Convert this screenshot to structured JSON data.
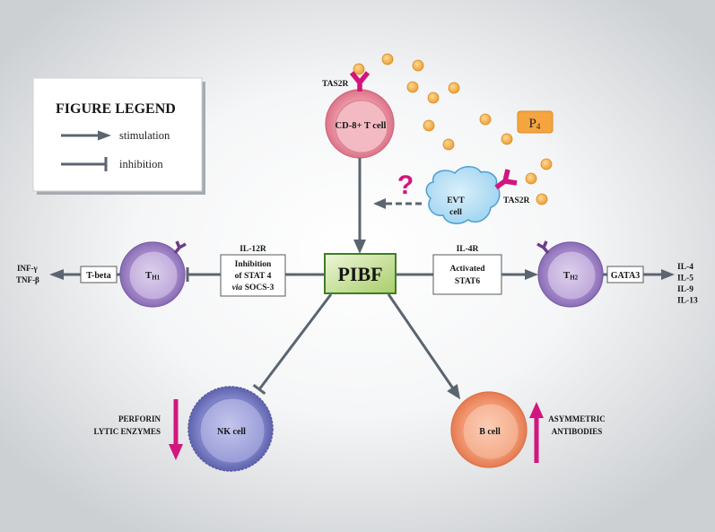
{
  "legend": {
    "title": "FIGURE LEGEND",
    "stimulation": "stimulation",
    "inhibition": "inhibition",
    "stimulation_icon": "arrow-right-icon",
    "inhibition_icon": "inhibition-bar-icon"
  },
  "cells": {
    "cd8": {
      "label": "CD-8+ T cell",
      "receptor": "TAS2R"
    },
    "evt": {
      "label_line1": "EVT",
      "label_line2": "cell",
      "receptor": "TAS2R"
    },
    "th1": {
      "main": "T",
      "sub": "H1"
    },
    "th2": {
      "main": "T",
      "sub": "H2"
    },
    "nk": {
      "label": "NK cell"
    },
    "b": {
      "label": "B cell"
    }
  },
  "hormone": {
    "main": "P",
    "sub": "4"
  },
  "unknown_link": {
    "mark": "?"
  },
  "center": {
    "label": "PIBF"
  },
  "left_pathway": {
    "receptor": "IL-12R",
    "box_line1": "Inhibition",
    "box_line2": "of STAT 4",
    "box_line3_italic": "via",
    "box_line3": "SOCS-3",
    "transcription_factor": "T-beta",
    "outputs": [
      "INF-γ",
      "TNF-β"
    ]
  },
  "right_pathway": {
    "receptor": "IL-4R",
    "box_line1": "Activated",
    "box_line2": "STAT6",
    "transcription_factor": "GATA3",
    "outputs": [
      "IL-4",
      "IL-5",
      "IL-9",
      "IL-13"
    ]
  },
  "nk_effect": {
    "lines": [
      "PERFORIN",
      "LYTIC ENZYMES"
    ],
    "icon": "arrow-down-icon"
  },
  "b_effect": {
    "lines": [
      "ASYMMETRIC",
      "ANTIBODIES"
    ],
    "icon": "arrow-up-icon"
  },
  "colors": {
    "arrow": "#5b6570",
    "highlight": "#d3157e",
    "hormone": "#f4a53f",
    "pibf_border": "#3f7d24",
    "box_border": "#5a5a5a"
  }
}
